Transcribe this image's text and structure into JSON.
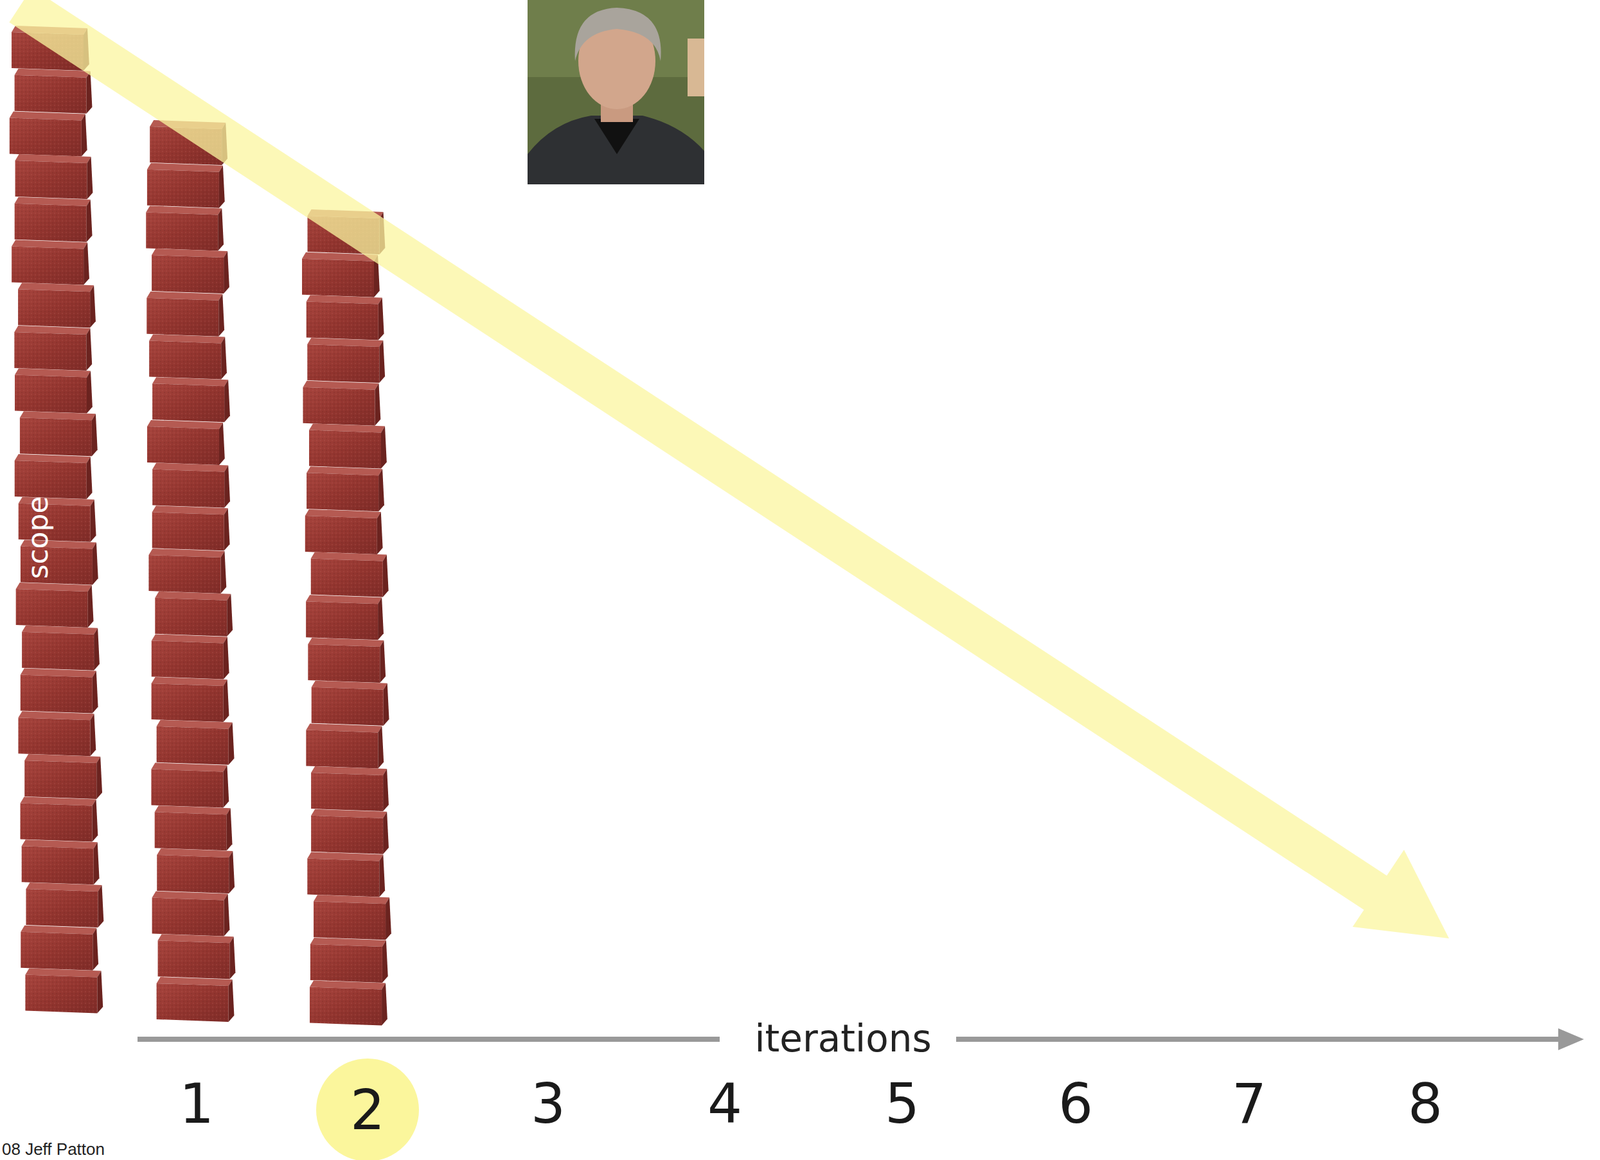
{
  "diagram": {
    "nodes": [
      {
        "text": [
          "2"
        ]
      }
    ],
    "labels": [
      "scope",
      "iterations",
      "1",
      "3",
      "4",
      "5",
      "6",
      "7",
      "8",
      "08 Jeff Patton"
    ]
  }
}
